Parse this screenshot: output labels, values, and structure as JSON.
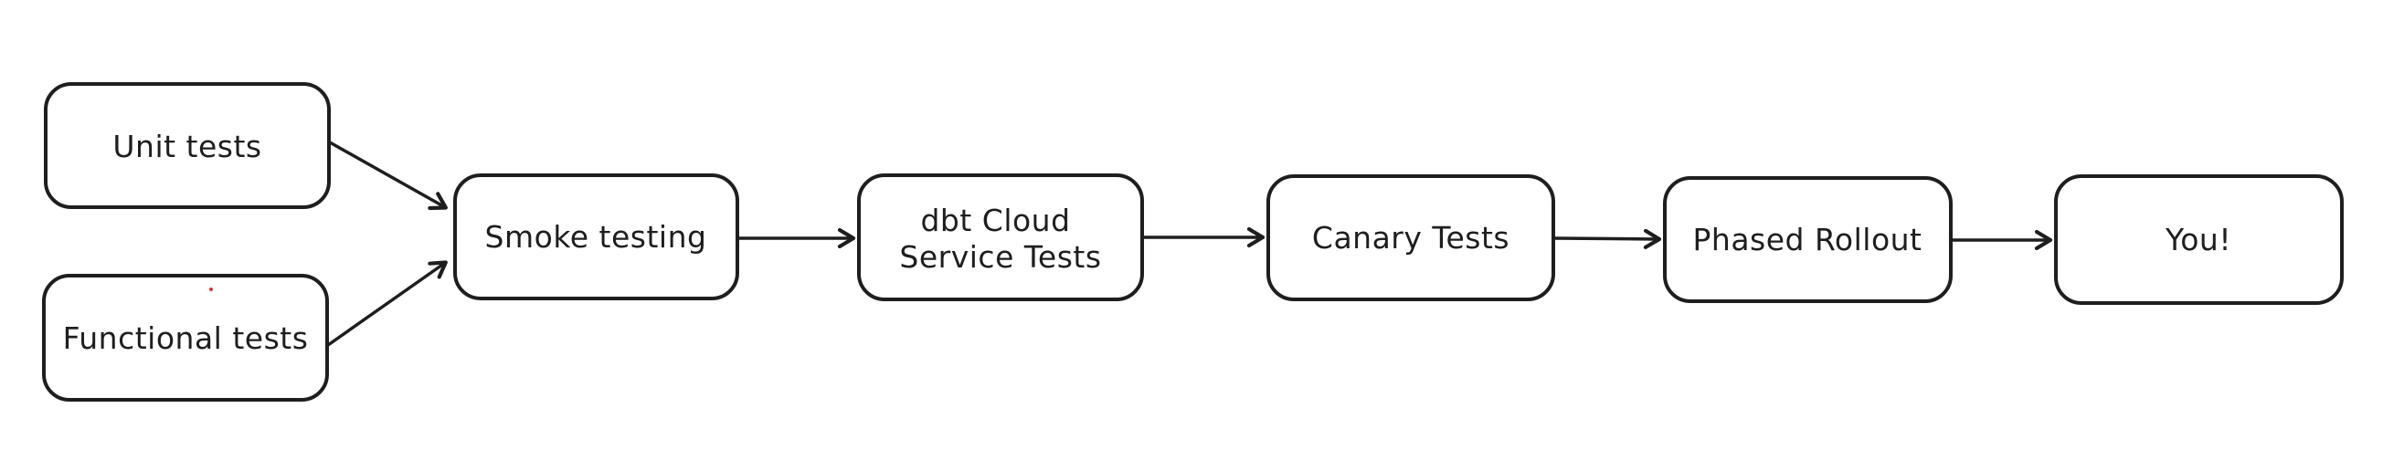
{
  "diagram": {
    "type": "flowchart",
    "style": "hand-drawn",
    "colors": {
      "bg": "#ffffff",
      "stroke": "#1e1e1e",
      "text": "#1e1e1e",
      "artifact": "#e03131"
    },
    "nodes": [
      {
        "id": "unit-tests",
        "lines": [
          "Unit tests"
        ]
      },
      {
        "id": "functional-tests",
        "lines": [
          "Functional tests"
        ]
      },
      {
        "id": "smoke-testing",
        "lines": [
          "Smoke testing"
        ]
      },
      {
        "id": "dbt-cloud-service-tests",
        "lines": [
          "dbt Cloud",
          "Service Tests"
        ]
      },
      {
        "id": "canary-tests",
        "lines": [
          "Canary Tests"
        ]
      },
      {
        "id": "phased-rollout",
        "lines": [
          "Phased Rollout"
        ]
      },
      {
        "id": "you",
        "lines": [
          "You!"
        ]
      }
    ],
    "edges": [
      {
        "from": "unit-tests",
        "to": "smoke-testing"
      },
      {
        "from": "functional-tests",
        "to": "smoke-testing"
      },
      {
        "from": "smoke-testing",
        "to": "dbt-cloud-service-tests"
      },
      {
        "from": "dbt-cloud-service-tests",
        "to": "canary-tests"
      },
      {
        "from": "canary-tests",
        "to": "phased-rollout"
      },
      {
        "from": "phased-rollout",
        "to": "you"
      }
    ]
  }
}
